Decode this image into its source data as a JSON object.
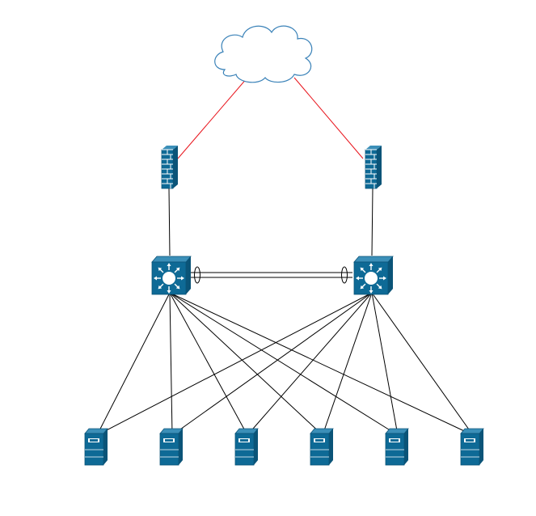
{
  "diagram": {
    "colors": {
      "device_fill": "#0e6a96",
      "device_stroke": "#0b5478",
      "device_light": "#ffffff",
      "cloud_fill": "#ffffff",
      "cloud_stroke": "#3a82b8",
      "wan_link": "#e8141c",
      "lan_link": "#000000"
    },
    "nodes": [
      {
        "id": "internet-cloud",
        "type": "cloud",
        "icon": "cloud-icon"
      },
      {
        "id": "firewall-left",
        "type": "firewall",
        "icon": "firewall-icon"
      },
      {
        "id": "firewall-right",
        "type": "firewall",
        "icon": "firewall-icon"
      },
      {
        "id": "core-switch-left",
        "type": "l3-switch",
        "icon": "layer3-switch-icon"
      },
      {
        "id": "core-switch-right",
        "type": "l3-switch",
        "icon": "layer3-switch-icon"
      },
      {
        "id": "server-1",
        "type": "server",
        "icon": "server-icon"
      },
      {
        "id": "server-2",
        "type": "server",
        "icon": "server-icon"
      },
      {
        "id": "server-3",
        "type": "server",
        "icon": "server-icon"
      },
      {
        "id": "server-4",
        "type": "server",
        "icon": "server-icon"
      },
      {
        "id": "server-5",
        "type": "server",
        "icon": "server-icon"
      },
      {
        "id": "server-6",
        "type": "server",
        "icon": "server-icon"
      }
    ],
    "links": [
      {
        "from": "internet-cloud",
        "to": "firewall-left",
        "kind": "wan"
      },
      {
        "from": "internet-cloud",
        "to": "firewall-right",
        "kind": "wan"
      },
      {
        "from": "firewall-left",
        "to": "core-switch-left",
        "kind": "lan"
      },
      {
        "from": "firewall-right",
        "to": "core-switch-right",
        "kind": "lan"
      },
      {
        "from": "core-switch-left",
        "to": "core-switch-right",
        "kind": "port-channel"
      },
      {
        "from": "core-switch-left",
        "to": "server-1",
        "kind": "lan"
      },
      {
        "from": "core-switch-left",
        "to": "server-2",
        "kind": "lan"
      },
      {
        "from": "core-switch-left",
        "to": "server-3",
        "kind": "lan"
      },
      {
        "from": "core-switch-left",
        "to": "server-4",
        "kind": "lan"
      },
      {
        "from": "core-switch-left",
        "to": "server-5",
        "kind": "lan"
      },
      {
        "from": "core-switch-left",
        "to": "server-6",
        "kind": "lan"
      },
      {
        "from": "core-switch-right",
        "to": "server-1",
        "kind": "lan"
      },
      {
        "from": "core-switch-right",
        "to": "server-2",
        "kind": "lan"
      },
      {
        "from": "core-switch-right",
        "to": "server-3",
        "kind": "lan"
      },
      {
        "from": "core-switch-right",
        "to": "server-4",
        "kind": "lan"
      },
      {
        "from": "core-switch-right",
        "to": "server-5",
        "kind": "lan"
      },
      {
        "from": "core-switch-right",
        "to": "server-6",
        "kind": "lan"
      }
    ]
  }
}
